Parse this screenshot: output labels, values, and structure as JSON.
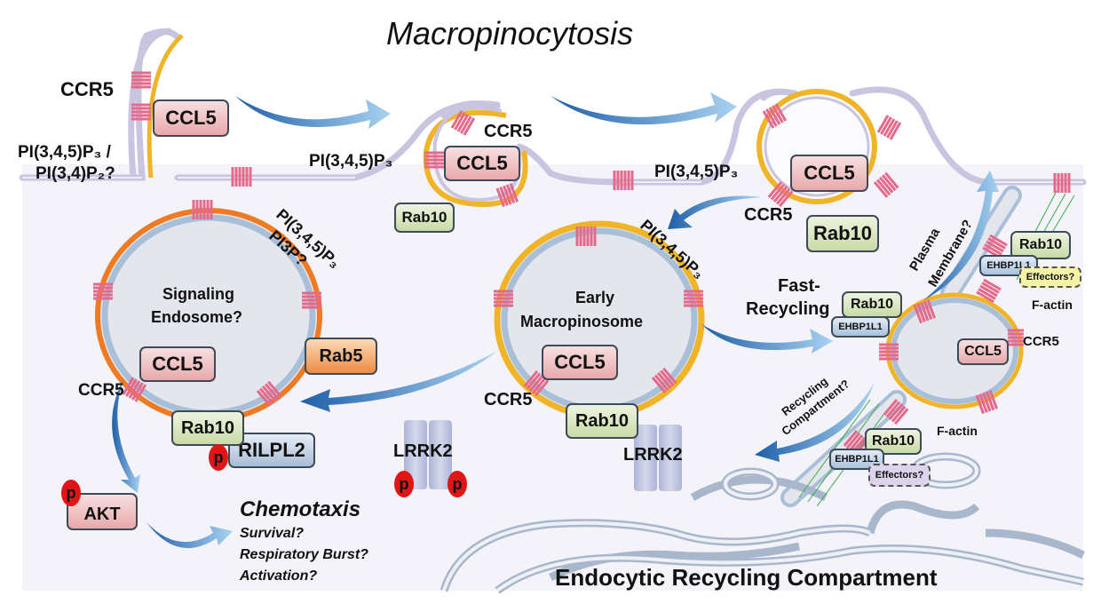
{
  "title": "Macropinocytosis",
  "bottom_title": "Endocytic Recycling Compartment",
  "colors": {
    "membrane": "#c9c4df",
    "pip3_layer": "#f0b429",
    "signaling_layer": "#ef7a24",
    "receptor": "#e4698a",
    "arrow": "#3b78c0",
    "phospho": "#e01515",
    "factin": "#3aaa4a"
  },
  "labels": {
    "ccr5_top_left": "CCR5",
    "ccl5_top_left": "CCL5",
    "pip_top_left_1": "PI(3,4,5)P₃ /",
    "pip_top_left_2": "PI(3,4)P₂?",
    "pip_cup": "PI(3,4,5)P₃",
    "ccr5_cup": "CCR5",
    "ccl5_cup": "CCL5",
    "rab10_cup": "Rab10",
    "pip_closing": "PI(3,4,5)P₃",
    "ccl5_closing": "CCL5",
    "ccr5_closing": "CCR5",
    "rab10_closing": "Rab10",
    "pip_signaling_1": "PI(3,4,5)P₃",
    "pip_signaling_2": "PI3P?",
    "signaling_endosome_1": "Signaling",
    "signaling_endosome_2": "Endosome?",
    "ccl5_signaling": "CCL5",
    "ccr5_signaling": "CCR5",
    "rab5": "Rab5",
    "rab10_signaling": "Rab10",
    "rilpl2": "RILPL2",
    "p": "p",
    "akt": "AKT",
    "chemotaxis": "Chemotaxis",
    "survival": "Survival?",
    "respiratory_burst": "Respiratory Burst?",
    "activation": "Activation?",
    "lrrk2_left": "LRRK2",
    "pip_early": "PI(3,4,5)P₃",
    "early_1": "Early",
    "early_2": "Macropinosome",
    "ccl5_early": "CCL5",
    "ccr5_early": "CCR5",
    "rab10_early": "Rab10",
    "lrrk2_right": "LRRK2",
    "fast_1": "Fast-",
    "fast_2": "Recycling",
    "rab10_fast": "Rab10",
    "ehbp_fast": "EHBP1L1",
    "plasma_1": "Plasma",
    "plasma_2": "Membrane?",
    "rab10_tubule_top": "Rab10",
    "ehbp_tubule_top": "EHBP1L1",
    "effectors_top": "Effectors?",
    "factin_top": "F-actin",
    "ccl5_recycling": "CCL5",
    "ccr5_recycling": "CCR5",
    "recycling_1": "Recycling",
    "recycling_2": "Compartment?",
    "factin_bottom": "F-actin",
    "rab10_tubule_bottom": "Rab10",
    "ehbp_tubule_bottom": "EHBP1L1",
    "effectors_bottom": "Effectors?"
  }
}
